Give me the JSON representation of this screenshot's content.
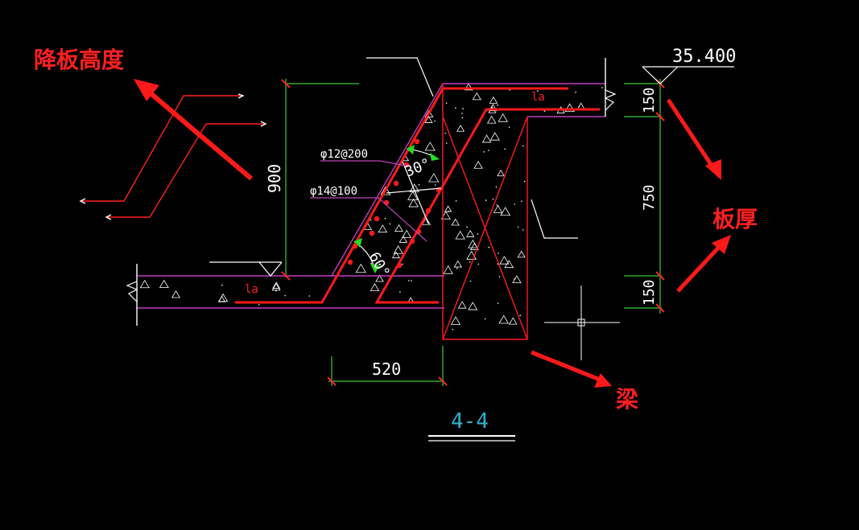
{
  "annotations": {
    "drop_height": "降板高度",
    "slab_thickness": "板厚",
    "beam": "梁"
  },
  "elevation": "35.400",
  "dimensions": {
    "drop": "900",
    "top_slab": "150",
    "middle": "750",
    "bottom_slab": "150",
    "width": "520"
  },
  "rebar": {
    "upper": "φ12@200",
    "lower": "φ14@100"
  },
  "angles": {
    "upper": "30°",
    "lower": "60°"
  },
  "anchorage": {
    "top": "la",
    "bottom": "la"
  },
  "section_label": "4-4",
  "colors": {
    "background": "#000000",
    "rebar": "#ff1a1a",
    "dimension": "#3cc83c",
    "slab_outline": "#c040c0",
    "label_red": "#ff2020",
    "section_cyan": "#30b0c8",
    "white": "#ffffff",
    "angle_green": "#20e020"
  }
}
